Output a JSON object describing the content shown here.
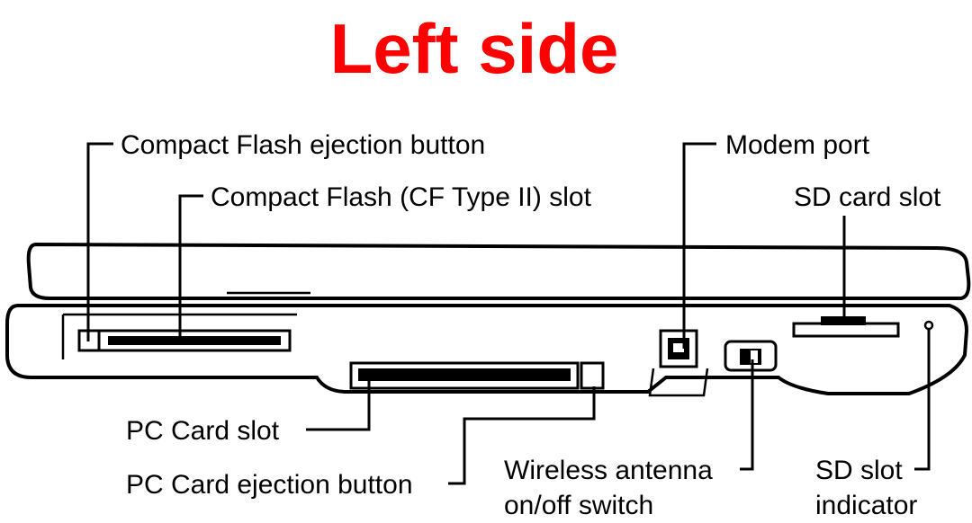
{
  "title": "Left side",
  "title_color": "#ff0000",
  "labels": {
    "cf_eject": "Compact Flash ejection button",
    "cf_slot": "Compact Flash (CF Type II) slot",
    "modem_port": "Modem port",
    "sd_card_slot": "SD card slot",
    "pc_card_slot": "PC Card slot",
    "pc_card_eject": "PC Card ejection button",
    "wireless_line1": "Wireless antenna",
    "wireless_line2": "on/off switch",
    "sd_indicator_line1": "SD slot",
    "sd_indicator_line2": "indicator"
  }
}
